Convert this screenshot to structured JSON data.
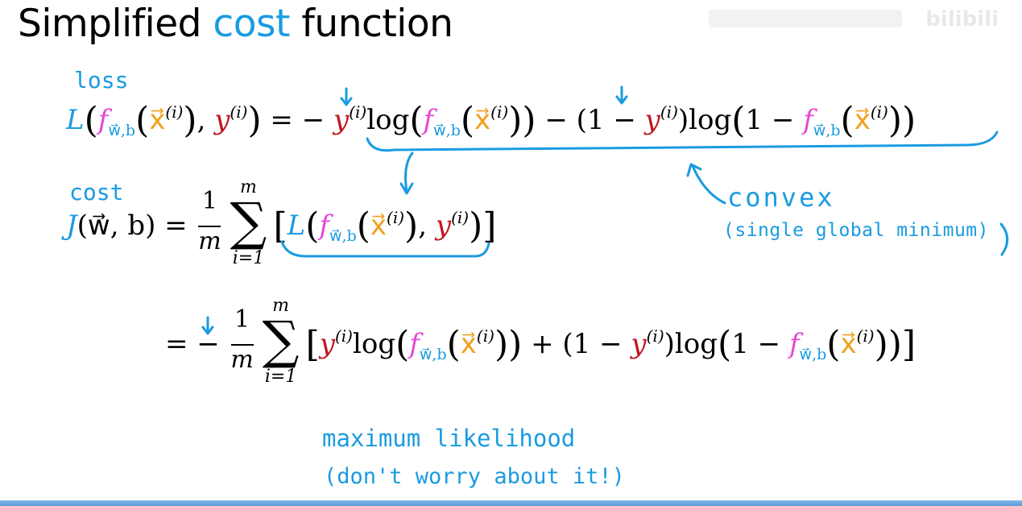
{
  "title": {
    "before": "Simplified ",
    "accent": "cost",
    "after": " function"
  },
  "watermark": "bilibili",
  "annotations": {
    "loss": "loss",
    "cost": "cost",
    "convex": "convex",
    "convex_note": "(single global minimum)",
    "ml1": "maximum likelihood",
    "ml2": "(don't worry about it!)"
  },
  "math": {
    "L": "L",
    "J": "J",
    "f": "f",
    "sub_wb": "w⃗,b",
    "x": "x⃗",
    "y": "y",
    "sup_i": "(i)",
    "log": "log",
    "one": "1",
    "m": "m",
    "sum_top": "m",
    "sum_bot": "i=1",
    "w_arg": "w⃗, b"
  },
  "colors": {
    "blue": "#1a9be0",
    "pink": "#e449d6",
    "orange": "#f0a020",
    "red": "#c0161e"
  },
  "icons": [
    "arrow-down-icon",
    "curved-arrow-icon"
  ]
}
